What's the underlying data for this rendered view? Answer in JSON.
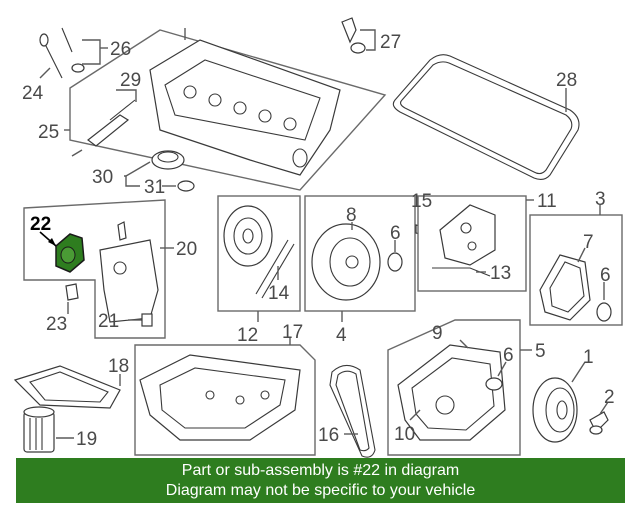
{
  "callouts": {
    "c1": "1",
    "c2": "2",
    "c3": "3",
    "c4": "4",
    "c5": "5",
    "c6a": "6",
    "c6b": "6",
    "c6c": "6",
    "c7": "7",
    "c8": "8",
    "c9": "9",
    "c10": "10",
    "c11": "11",
    "c12": "12",
    "c13": "13",
    "c14": "14",
    "c15": "15",
    "c16": "16",
    "c17": "17",
    "c18": "18",
    "c19": "19",
    "c20": "20",
    "c21": "21",
    "c22": "22",
    "c23": "23",
    "c24": "24",
    "c25": "25",
    "c26": "26",
    "c27": "27",
    "c28": "28",
    "c29": "29",
    "c30": "30",
    "c31": "31"
  },
  "highlight": {
    "part": "22",
    "color": "#2e7d1f"
  },
  "banner": {
    "line1": "Part or sub-assembly is #22 in diagram",
    "line2": "Diagram may not be specific to your vehicle",
    "color": "#2e7d1f"
  }
}
